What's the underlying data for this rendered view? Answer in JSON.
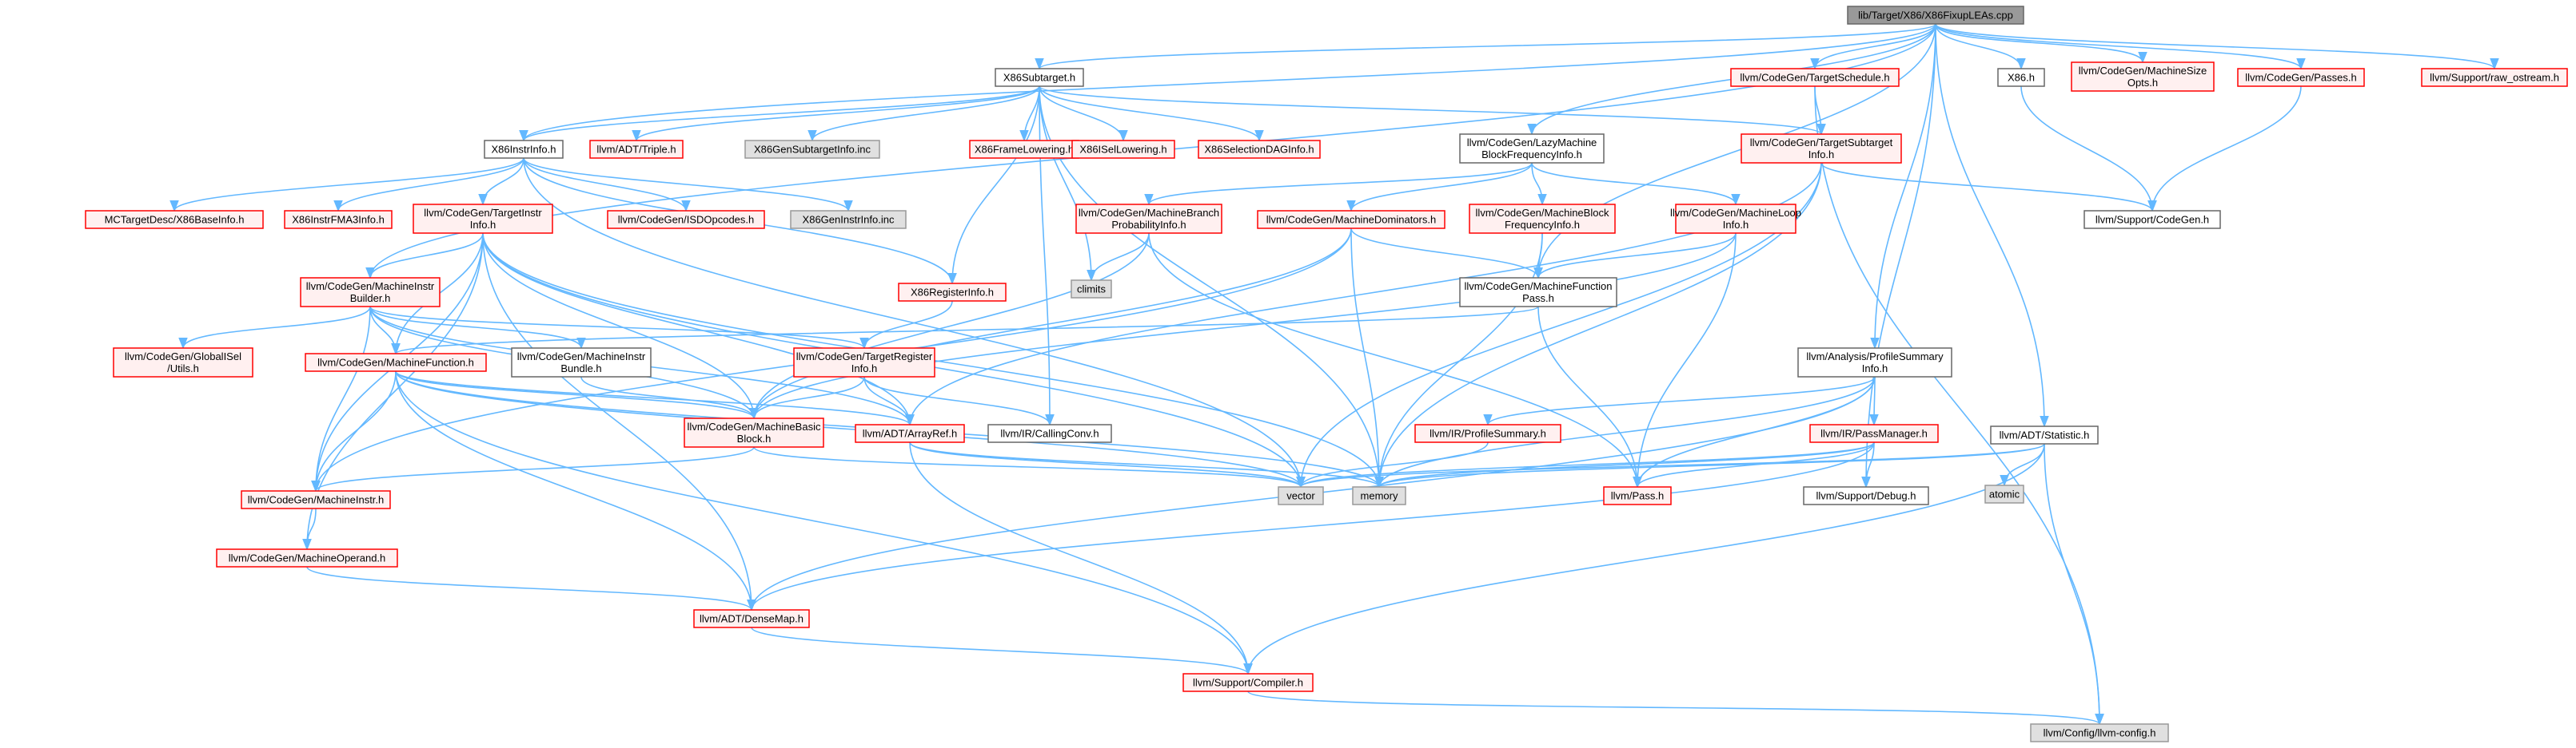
{
  "diagram": {
    "colors": {
      "edge": "#63b8ff",
      "root_fill": "#999999",
      "root_border": "#666666",
      "node_border_black": "#666666",
      "node_border_red": "#ff0000",
      "node_fill_white": "#ffffff",
      "node_fill_red": "#fff0f0",
      "node_fill_gray": "#e0e0e0",
      "node_border_gray": "#999999"
    },
    "nodes": [
      {
        "id": "root",
        "style": "root",
        "lines": [
          "lib/Target/X86/X86FixupLEAs.cpp"
        ]
      },
      {
        "id": "subtarget",
        "style": "black",
        "lines": [
          "X86Subtarget.h"
        ]
      },
      {
        "id": "instrinfo",
        "style": "black",
        "lines": [
          "X86InstrInfo.h"
        ]
      },
      {
        "id": "triple",
        "style": "red",
        "lines": [
          "llvm/ADT/Triple.h"
        ]
      },
      {
        "id": "gensubtarget",
        "style": "gray",
        "lines": [
          "X86GenSubtargetInfo.inc"
        ]
      },
      {
        "id": "framelowering",
        "style": "red",
        "lines": [
          "X86FrameLowering.h"
        ]
      },
      {
        "id": "isellowering",
        "style": "red",
        "lines": [
          "X86ISelLowering.h"
        ]
      },
      {
        "id": "seldag",
        "style": "red",
        "lines": [
          "X86SelectionDAGInfo.h"
        ]
      },
      {
        "id": "targetschedule",
        "style": "red",
        "lines": [
          "llvm/CodeGen/TargetSchedule.h"
        ]
      },
      {
        "id": "x86h",
        "style": "black",
        "lines": [
          "X86.h"
        ]
      },
      {
        "id": "machinesizeopts",
        "style": "red",
        "lines": [
          "llvm/CodeGen/MachineSize",
          "Opts.h"
        ]
      },
      {
        "id": "passes",
        "style": "red",
        "lines": [
          "llvm/CodeGen/Passes.h"
        ]
      },
      {
        "id": "rawostream",
        "style": "red",
        "lines": [
          "llvm/Support/raw_ostream.h"
        ]
      },
      {
        "id": "mbaseinfo",
        "style": "red",
        "lines": [
          "MCTargetDesc/X86BaseInfo.h"
        ]
      },
      {
        "id": "fma3",
        "style": "red",
        "lines": [
          "X86InstrFMA3Info.h"
        ]
      },
      {
        "id": "targetinstrinfo",
        "style": "red",
        "lines": [
          "llvm/CodeGen/TargetInstr",
          "Info.h"
        ]
      },
      {
        "id": "isdopcodes",
        "style": "red",
        "lines": [
          "llvm/CodeGen/ISDOpcodes.h"
        ]
      },
      {
        "id": "geninstrinfo",
        "style": "gray",
        "lines": [
          "X86GenInstrInfo.inc"
        ]
      },
      {
        "id": "lazymbfi",
        "style": "black",
        "lines": [
          "llvm/CodeGen/LazyMachine",
          "BlockFrequencyInfo.h"
        ]
      },
      {
        "id": "targetsubtarget",
        "style": "red",
        "lines": [
          "llvm/CodeGen/TargetSubtarget",
          "Info.h"
        ]
      },
      {
        "id": "mbpi",
        "style": "red",
        "lines": [
          "llvm/CodeGen/MachineBranch",
          "ProbabilityInfo.h"
        ]
      },
      {
        "id": "mdominators",
        "style": "red",
        "lines": [
          "llvm/CodeGen/MachineDominators.h"
        ]
      },
      {
        "id": "mbfi",
        "style": "red",
        "lines": [
          "llvm/CodeGen/MachineBlock",
          "FrequencyInfo.h"
        ]
      },
      {
        "id": "mloopinfo",
        "style": "red",
        "lines": [
          "llvm/CodeGen/MachineLoop",
          "Info.h"
        ]
      },
      {
        "id": "supportcodegen",
        "style": "black",
        "lines": [
          "llvm/Support/CodeGen.h"
        ]
      },
      {
        "id": "climits",
        "style": "gray",
        "lines": [
          "climits"
        ]
      },
      {
        "id": "mibuilder",
        "style": "red",
        "lines": [
          "llvm/CodeGen/MachineInstr",
          "Builder.h"
        ]
      },
      {
        "id": "regifo",
        "style": "red",
        "lines": [
          "X86RegisterInfo.h"
        ]
      },
      {
        "id": "mfpass",
        "style": "black",
        "lines": [
          "llvm/CodeGen/MachineFunction",
          "Pass.h"
        ]
      },
      {
        "id": "globalisel",
        "style": "red",
        "lines": [
          "llvm/CodeGen/GlobalISel",
          "/Utils.h"
        ]
      },
      {
        "id": "machinefunction",
        "style": "red",
        "lines": [
          "llvm/CodeGen/MachineFunction.h"
        ]
      },
      {
        "id": "mibundle",
        "style": "black",
        "lines": [
          "llvm/CodeGen/MachineInstr",
          "Bundle.h"
        ]
      },
      {
        "id": "targetreginfo",
        "style": "red",
        "lines": [
          "llvm/CodeGen/TargetRegister",
          "Info.h"
        ]
      },
      {
        "id": "profilesummaryinfo",
        "style": "black",
        "lines": [
          "llvm/Analysis/ProfileSummary",
          "Info.h"
        ]
      },
      {
        "id": "statistic",
        "style": "black",
        "lines": [
          "llvm/ADT/Statistic.h"
        ]
      },
      {
        "id": "mbb",
        "style": "red",
        "lines": [
          "llvm/CodeGen/MachineBasic",
          "Block.h"
        ]
      },
      {
        "id": "arrayref",
        "style": "red",
        "lines": [
          "llvm/ADT/ArrayRef.h"
        ]
      },
      {
        "id": "callingconv",
        "style": "black",
        "lines": [
          "llvm/IR/CallingConv.h"
        ]
      },
      {
        "id": "profilesummary",
        "style": "red",
        "lines": [
          "llvm/IR/ProfileSummary.h"
        ]
      },
      {
        "id": "passmanager",
        "style": "red",
        "lines": [
          "llvm/IR/PassManager.h"
        ]
      },
      {
        "id": "atomic",
        "style": "gray",
        "lines": [
          "atomic"
        ]
      },
      {
        "id": "vector",
        "style": "gray",
        "lines": [
          "vector"
        ]
      },
      {
        "id": "memory",
        "style": "gray",
        "lines": [
          "memory"
        ]
      },
      {
        "id": "passh",
        "style": "red",
        "lines": [
          "llvm/Pass.h"
        ]
      },
      {
        "id": "debug",
        "style": "black",
        "lines": [
          "llvm/Support/Debug.h"
        ]
      },
      {
        "id": "machineinstr",
        "style": "red",
        "lines": [
          "llvm/CodeGen/MachineInstr.h"
        ]
      },
      {
        "id": "machineoperand",
        "style": "red",
        "lines": [
          "llvm/CodeGen/MachineOperand.h"
        ]
      },
      {
        "id": "densemap",
        "style": "red",
        "lines": [
          "llvm/ADT/DenseMap.h"
        ]
      },
      {
        "id": "compiler",
        "style": "red",
        "lines": [
          "llvm/Support/Compiler.h"
        ]
      },
      {
        "id": "llvmconfig",
        "style": "gray",
        "lines": [
          "llvm/Config/llvm-config.h"
        ]
      }
    ],
    "edges": [
      [
        "root",
        "subtarget"
      ],
      [
        "root",
        "instrinfo"
      ],
      [
        "root",
        "targetschedule"
      ],
      [
        "root",
        "x86h"
      ],
      [
        "root",
        "machinesizeopts"
      ],
      [
        "root",
        "passes"
      ],
      [
        "root",
        "rawostream"
      ],
      [
        "root",
        "lazymbfi"
      ],
      [
        "root",
        "profilesummaryinfo"
      ],
      [
        "root",
        "statistic"
      ],
      [
        "root",
        "mibuilder"
      ],
      [
        "root",
        "mfpass"
      ],
      [
        "root",
        "debug"
      ],
      [
        "subtarget",
        "instrinfo"
      ],
      [
        "subtarget",
        "triple"
      ],
      [
        "subtarget",
        "gensubtarget"
      ],
      [
        "subtarget",
        "framelowering"
      ],
      [
        "subtarget",
        "isellowering"
      ],
      [
        "subtarget",
        "seldag"
      ],
      [
        "subtarget",
        "targetsubtarget"
      ],
      [
        "subtarget",
        "callingconv"
      ],
      [
        "subtarget",
        "climits"
      ],
      [
        "subtarget",
        "regifo"
      ],
      [
        "subtarget",
        "memory"
      ],
      [
        "instrinfo",
        "mbaseinfo"
      ],
      [
        "instrinfo",
        "fma3"
      ],
      [
        "instrinfo",
        "targetinstrinfo"
      ],
      [
        "instrinfo",
        "isdopcodes"
      ],
      [
        "instrinfo",
        "geninstrinfo"
      ],
      [
        "instrinfo",
        "regifo"
      ],
      [
        "instrinfo",
        "vector"
      ],
      [
        "targetinstrinfo",
        "mibuilder"
      ],
      [
        "targetinstrinfo",
        "machinefunction"
      ],
      [
        "targetinstrinfo",
        "mbb"
      ],
      [
        "targetinstrinfo",
        "arrayref"
      ],
      [
        "targetinstrinfo",
        "machineinstr"
      ],
      [
        "targetinstrinfo",
        "machineoperand"
      ],
      [
        "targetinstrinfo",
        "densemap"
      ],
      [
        "targetinstrinfo",
        "vector"
      ],
      [
        "targetinstrinfo",
        "memory"
      ],
      [
        "targetschedule",
        "targetsubtarget"
      ],
      [
        "targetschedule",
        "llvmconfig"
      ],
      [
        "x86h",
        "supportcodegen"
      ],
      [
        "passes",
        "supportcodegen"
      ],
      [
        "lazymbfi",
        "mbpi"
      ],
      [
        "lazymbfi",
        "mdominators"
      ],
      [
        "lazymbfi",
        "mbfi"
      ],
      [
        "lazymbfi",
        "mloopinfo"
      ],
      [
        "targetsubtarget",
        "supportcodegen"
      ],
      [
        "targetsubtarget",
        "arrayref"
      ],
      [
        "targetsubtarget",
        "vector"
      ],
      [
        "targetsubtarget",
        "memory"
      ],
      [
        "mbpi",
        "climits"
      ],
      [
        "mbpi",
        "mbb"
      ],
      [
        "mbpi",
        "passh"
      ],
      [
        "mdominators",
        "mfpass"
      ],
      [
        "mdominators",
        "mbb"
      ],
      [
        "mdominators",
        "machineinstr"
      ],
      [
        "mdominators",
        "memory"
      ],
      [
        "mbfi",
        "mfpass"
      ],
      [
        "mbfi",
        "memory"
      ],
      [
        "mloopinfo",
        "mfpass"
      ],
      [
        "mloopinfo",
        "mbb"
      ],
      [
        "mloopinfo",
        "passh"
      ],
      [
        "mfpass",
        "machinefunction"
      ],
      [
        "mfpass",
        "passh"
      ],
      [
        "mibuilder",
        "globalisel"
      ],
      [
        "mibuilder",
        "machinefunction"
      ],
      [
        "mibuilder",
        "mibundle"
      ],
      [
        "mibuilder",
        "targetreginfo"
      ],
      [
        "mibuilder",
        "mbb"
      ],
      [
        "mibuilder",
        "machineinstr"
      ],
      [
        "mibuilder",
        "arrayref"
      ],
      [
        "regifo",
        "targetreginfo"
      ],
      [
        "machinefunction",
        "mbb"
      ],
      [
        "machinefunction",
        "machineinstr"
      ],
      [
        "machinefunction",
        "arrayref"
      ],
      [
        "machinefunction",
        "densemap"
      ],
      [
        "machinefunction",
        "compiler"
      ],
      [
        "machinefunction",
        "vector"
      ],
      [
        "machinefunction",
        "memory"
      ],
      [
        "mibundle",
        "mbb"
      ],
      [
        "targetreginfo",
        "mbb"
      ],
      [
        "targetreginfo",
        "arrayref"
      ],
      [
        "targetreginfo",
        "callingconv"
      ],
      [
        "mbb",
        "machineinstr"
      ],
      [
        "mbb",
        "vector"
      ],
      [
        "arrayref",
        "compiler"
      ],
      [
        "arrayref",
        "vector"
      ],
      [
        "arrayref",
        "memory"
      ],
      [
        "profilesummaryinfo",
        "profilesummary"
      ],
      [
        "profilesummaryinfo",
        "passmanager"
      ],
      [
        "profilesummaryinfo",
        "passh"
      ],
      [
        "profilesummaryinfo",
        "densemap"
      ],
      [
        "profilesummaryinfo",
        "memory"
      ],
      [
        "profilesummary",
        "vector"
      ],
      [
        "passmanager",
        "passh"
      ],
      [
        "passmanager",
        "debug"
      ],
      [
        "passmanager",
        "vector"
      ],
      [
        "passmanager",
        "memory"
      ],
      [
        "passmanager",
        "densemap"
      ],
      [
        "statistic",
        "atomic"
      ],
      [
        "statistic",
        "memory"
      ],
      [
        "statistic",
        "vector"
      ],
      [
        "statistic",
        "compiler"
      ],
      [
        "statistic",
        "llvmconfig"
      ],
      [
        "machineinstr",
        "machineoperand"
      ],
      [
        "machineoperand",
        "densemap"
      ],
      [
        "densemap",
        "compiler"
      ],
      [
        "compiler",
        "llvmconfig"
      ]
    ]
  }
}
